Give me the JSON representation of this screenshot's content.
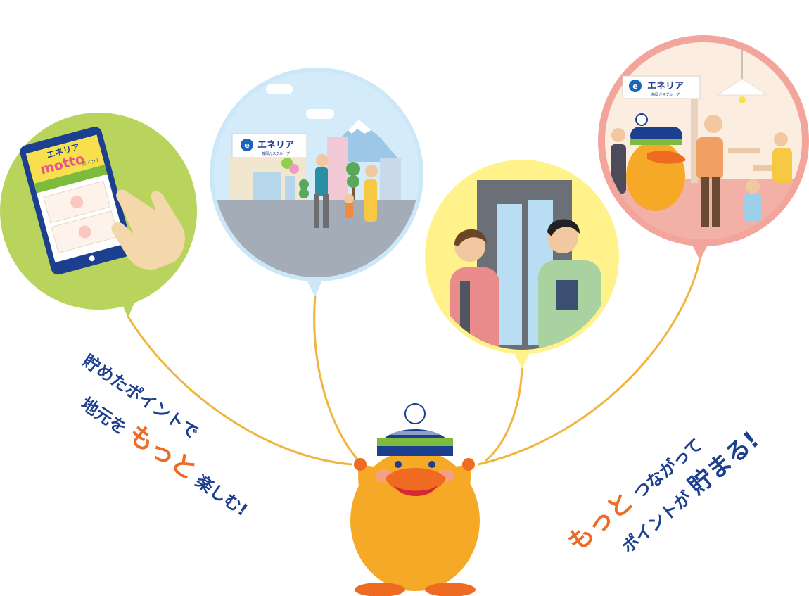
{
  "balloons": {
    "app": {
      "logo_brand": "エネリア",
      "logo_mark": "motto",
      "logo_sub": "ポイント"
    },
    "store": {
      "sign_brand": "エネリア",
      "sign_sub": "静岡ガスグループ"
    },
    "home": {
      "sign_brand": "エネリア",
      "sign_sub": "静岡ガスグループ"
    }
  },
  "copy_left": {
    "line1": "貯めたポイントで",
    "line2_pre": "地元を",
    "line2_emph": "もっと",
    "line2_post": "楽しむ!"
  },
  "copy_right": {
    "line1_emph": "もっと",
    "line1_post": "つながって",
    "line2_pre": "ポイントが",
    "line2_emph": "貯まる!"
  },
  "colors": {
    "navy": "#1c3f8f",
    "orange": "#ef6b21",
    "string": "#f1b53d",
    "green": "#b9d45d",
    "sky": "#cbe7f8",
    "yellow": "#fff28a",
    "pink": "#f4a59b"
  }
}
